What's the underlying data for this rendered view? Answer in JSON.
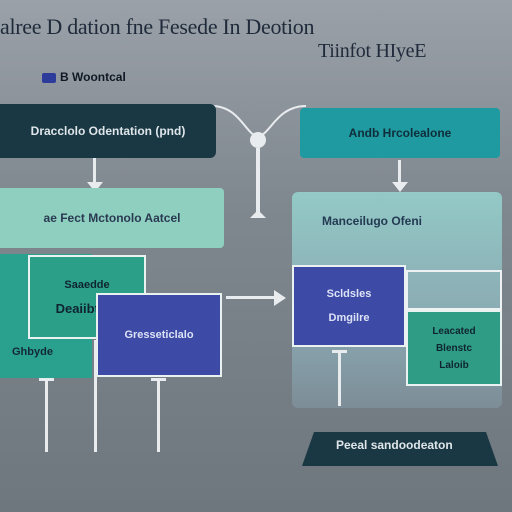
{
  "header": {
    "title_line1": "alree D  dation  fne Fesede In Deotion",
    "title_line2": "Tiinfot HIyeE",
    "badge_text": "B Woontcal"
  },
  "nodes": {
    "top_left": "Dracclolo Odentation (pnd)",
    "top_right": "Andb Hrcolealone",
    "mid_left_header": "ae Fect Mctonolo Aatcel",
    "mid_right_header": "Manceilugo Ofeni",
    "green_box": [
      "Saaedde",
      "Deaiibtion"
    ],
    "left_teal_label": "Ghbyde",
    "blue_left_label": "Gresseticlalo",
    "blue_right_lines": [
      "Scldsles",
      "Dmgilre"
    ],
    "green_right_lines": [
      "Leacated",
      "Blenstc",
      "Laloib"
    ],
    "bottom_bar": "Peeal sandoodeaton"
  },
  "colors": {
    "background": "#7f878f",
    "dark_navy": "#1a3844",
    "teal": "#1f9aa0",
    "mint": "#8ecfbf",
    "green": "#2c9f88",
    "blue": "#3d4aa6",
    "connector": "#e8ecef"
  }
}
